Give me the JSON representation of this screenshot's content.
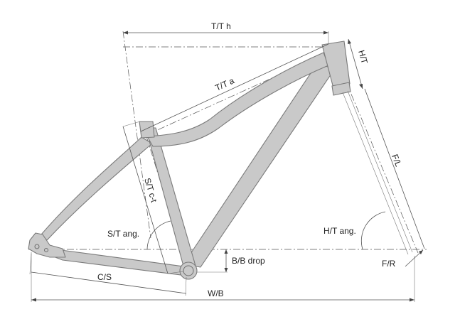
{
  "labels": {
    "tt_h": "T/T h",
    "ht": "H/T",
    "tt_a": "T/T a",
    "fl": "F/L",
    "st_ct": "S/T c-t",
    "st_ang": "S/T ang.",
    "ht_ang": "H/T ang.",
    "bb_drop": "B/B drop",
    "fr": "F/R",
    "cs": "C/S",
    "wb": "W/B"
  },
  "colors": {
    "tube_fill": "#c9c9c9",
    "tube_outline": "#7a7a7a",
    "dimension_line": "#555555"
  }
}
